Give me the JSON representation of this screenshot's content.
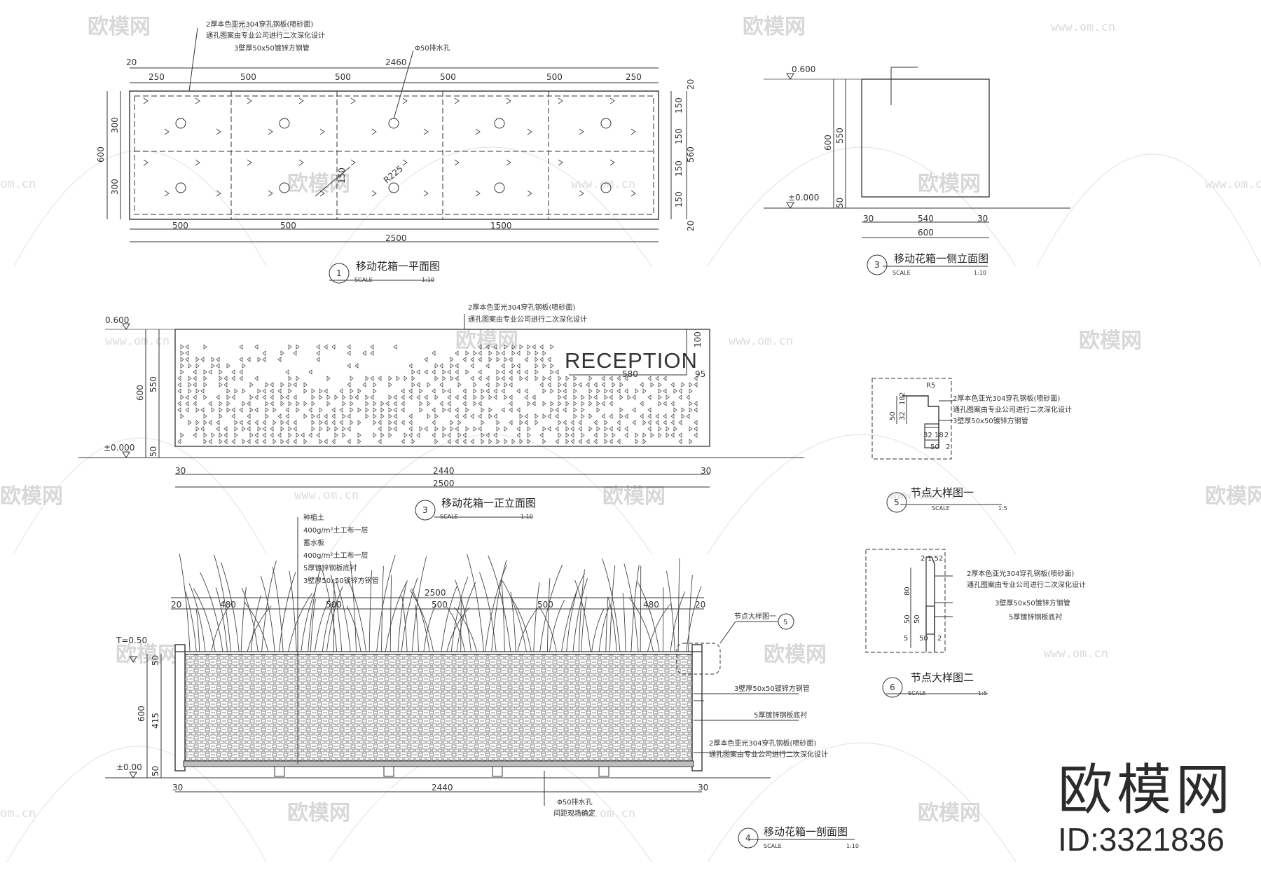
{
  "colors": {
    "line": "#333333",
    "light": "#9a9a9a",
    "watermark": "#d8d8d8",
    "brand": "#2b2b2b"
  },
  "watermark": {
    "brand": "欧模网",
    "url": "www.om.cn",
    "url_tail": "om.cn"
  },
  "brand": {
    "logo": "欧模网",
    "id": "ID:3321836"
  },
  "views": {
    "plan": {
      "number": "1",
      "title": "移动花箱一平面图",
      "scale_word": "SCALE",
      "scale": "1:10",
      "note1": "2厚本色亚光304穿孔钢板(喷砂面)",
      "note2": "通孔图案由专业公司进行二次深化设计",
      "note3": "3壁厚50x50镀锌方钢管",
      "drain_note": "Φ50排水孔",
      "top_dims": [
        "20",
        "250",
        "500",
        "500",
        "500",
        "500",
        "250"
      ],
      "overall": "2460",
      "bottom_dims": [
        "500",
        "500",
        "1500"
      ],
      "bottom_total": "2500",
      "left_total": "600",
      "left_dims": [
        "300",
        "300"
      ],
      "right_dims": [
        "20",
        "150",
        "150",
        "150",
        "150",
        "20"
      ],
      "right_total": "560",
      "inner_labels": [
        "150",
        "R225"
      ]
    },
    "side": {
      "number": "3",
      "title": "移动花箱一侧立面图",
      "scale_word": "SCALE",
      "scale": "1:10",
      "top_level": "0.600",
      "ground_level": "±0.000",
      "left_total": "600",
      "left_dims": [
        "550",
        "50"
      ],
      "bottom_dims": [
        "30",
        "540",
        "30"
      ],
      "bottom_total": "600"
    },
    "front": {
      "number": "3",
      "title": "移动花箱一正立面图",
      "scale_word": "SCALE",
      "scale": "1:10",
      "note1": "2厚本色亚光304穿孔钢板(喷砂面)",
      "note2": "通孔图案由专业公司进行二次深化设计",
      "top_level": "0.600",
      "ground_level": "±0.000",
      "left_total": "600",
      "left_dims": [
        "550",
        "50"
      ],
      "signage": "RECEPTION",
      "sign_width": "580",
      "sign_height": "100",
      "sign_offset": "95",
      "bottom_dims": [
        "30",
        "2440",
        "30"
      ],
      "bottom_total": "2500"
    },
    "section": {
      "number": "4",
      "title": "移动花箱一剖面图",
      "scale_word": "SCALE",
      "scale": "1:10",
      "layers": [
        "种植土",
        "400g/m²土工布一层",
        "蓄水板",
        "400g/m²土工布一层",
        "5厚镀锌钢板底衬",
        "3壁厚50x50镀锌方钢管"
      ],
      "top_dims": [
        "20",
        "480",
        "500",
        "500",
        "500",
        "480",
        "20"
      ],
      "overall": "2500",
      "left_total": "600",
      "left_dims": [
        "50",
        "415",
        "50"
      ],
      "top_level": "T=0.50",
      "ground_level": "±0.00",
      "detail_ref": "节点大样图一",
      "detail_ref_num": "5",
      "right_notes": [
        "3壁厚50x50镀锌方钢管",
        "5厚镀锌钢板底衬",
        "2厚本色亚光304穿孔钢板(喷砂面)",
        "通孔图案由专业公司进行二次深化设计"
      ],
      "bottom_dims": [
        "30",
        "2440",
        "30"
      ],
      "drain_note1": "Φ50排水孔",
      "drain_note2": "间距现场确定"
    },
    "detail1": {
      "number": "5",
      "title": "节点大样图一",
      "scale_word": "SCALE",
      "scale": "1:5",
      "notes": [
        "2厚本色亚光304穿孔钢板(喷砂面)",
        "通孔图案由专业公司进行二次深化设计",
        "3壁厚50x50镀锌方钢管"
      ],
      "dims": [
        "R5",
        "50",
        "32",
        "18",
        "2",
        "32",
        "18",
        "2",
        "50",
        "2"
      ]
    },
    "detail2": {
      "number": "6",
      "title": "节点大样图二",
      "scale_word": "SCALE",
      "scale": "1:5",
      "notes": [
        "2厚本色亚光304穿孔钢板(喷砂面)",
        "通孔图案由专业公司进行二次深化设计",
        "3壁厚50x50镀锌方钢管",
        "5厚镀锌钢板底衬"
      ],
      "dims": [
        "2",
        "1.5",
        "2",
        "80",
        "50",
        "50",
        "5",
        "50",
        "2"
      ]
    }
  }
}
